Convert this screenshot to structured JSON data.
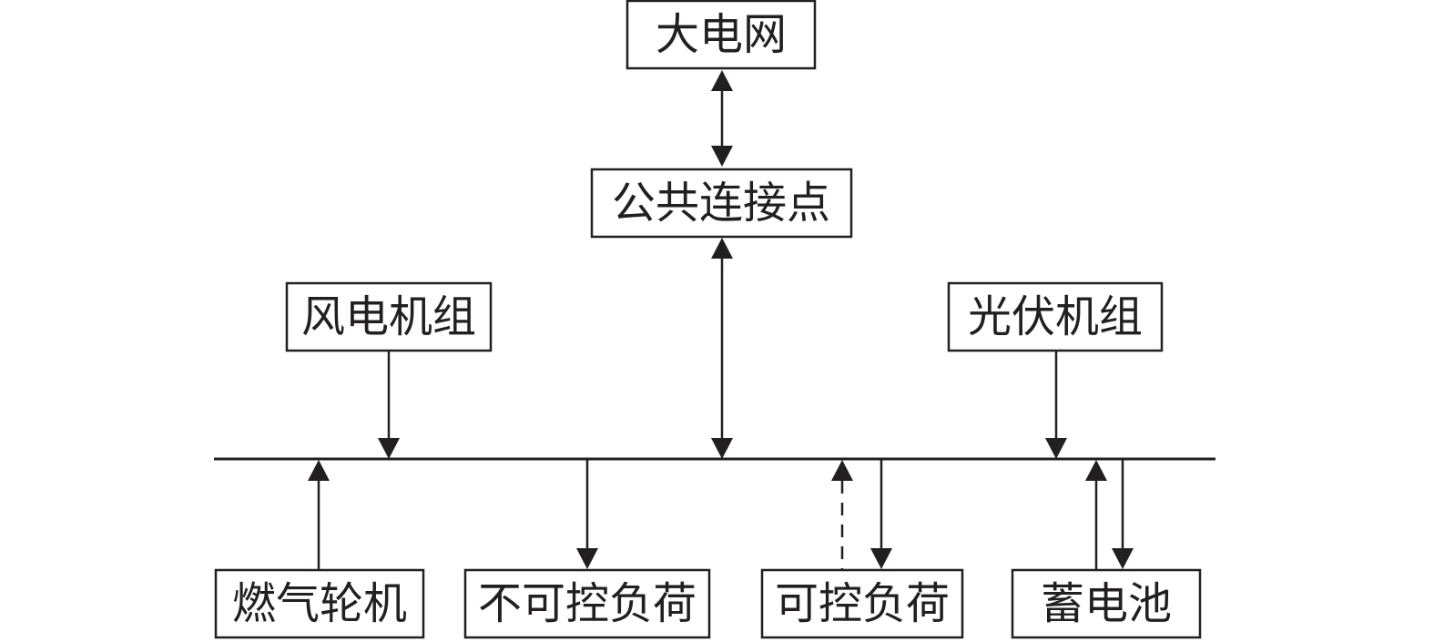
{
  "nodes": {
    "main_grid": "大电网",
    "pcc": "公共连接点",
    "wind": "风电机组",
    "pv": "光伏机组",
    "gas_turbine": "燃气轮机",
    "uncontrollable_load": "不可控负荷",
    "controllable_load": "可控负荷",
    "battery": "蓄电池"
  },
  "connections": [
    {
      "from": "main_grid",
      "to": "pcc",
      "direction": "bidirectional",
      "style": "solid"
    },
    {
      "from": "pcc",
      "to": "bus",
      "direction": "bidirectional",
      "style": "solid"
    },
    {
      "from": "wind",
      "to": "bus",
      "direction": "one-way",
      "style": "solid"
    },
    {
      "from": "pv",
      "to": "bus",
      "direction": "one-way",
      "style": "solid"
    },
    {
      "from": "gas_turbine",
      "to": "bus",
      "direction": "one-way",
      "style": "solid"
    },
    {
      "from": "bus",
      "to": "uncontrollable_load",
      "direction": "one-way",
      "style": "solid"
    },
    {
      "from": "controllable_load",
      "to": "bus",
      "direction": "one-way",
      "style": "dashed"
    },
    {
      "from": "bus",
      "to": "controllable_load",
      "direction": "one-way",
      "style": "solid"
    },
    {
      "from": "battery",
      "to": "bus",
      "direction": "one-way",
      "style": "solid"
    },
    {
      "from": "bus",
      "to": "battery",
      "direction": "one-way",
      "style": "solid"
    }
  ]
}
